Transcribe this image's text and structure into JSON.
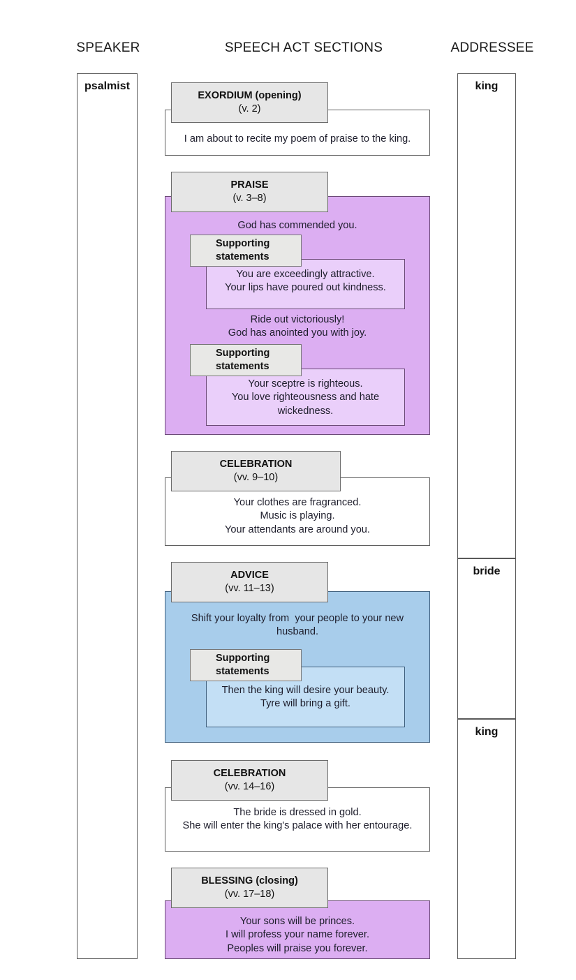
{
  "columns": {
    "speaker": "SPEAKER",
    "sections": "SPEECH ACT SECTIONS",
    "addressee": "ADDRESSEE"
  },
  "speaker_boxes": [
    {
      "label": "psalmist"
    }
  ],
  "addressee_boxes": [
    {
      "label": "king"
    },
    {
      "label": "bride"
    },
    {
      "label": "king"
    }
  ],
  "sections": [
    {
      "title": "EXORDIUM (opening)",
      "verses": "(v. 2)",
      "color": "white",
      "lines": [
        "I am about to recite my poem of praise to the king."
      ],
      "supporting": []
    },
    {
      "title": "PRAISE",
      "verses": "(v. 3–8)",
      "color": "purple",
      "lines": [
        "God has commended you."
      ],
      "lines2": [
        "Ride out victoriously!",
        "God has anointed you with joy."
      ],
      "supporting": [
        {
          "label1": "Supporting",
          "label2": "statements",
          "lines": [
            "You are exceedingly attractive.",
            "Your lips have poured out kindness."
          ]
        },
        {
          "label1": "Supporting",
          "label2": "statements",
          "lines": [
            "Your sceptre is righteous.",
            "You love righteousness and hate",
            "wickedness."
          ]
        }
      ]
    },
    {
      "title": "CELEBRATION",
      "verses": "(vv. 9–10)",
      "color": "white",
      "lines": [
        "Your clothes are fragranced.",
        "Music is playing.",
        "Your attendants are around you."
      ],
      "supporting": []
    },
    {
      "title": "ADVICE",
      "verses": "(vv. 11–13)",
      "color": "blue",
      "lines": [
        "Shift your loyalty from  your people to your new",
        "husband."
      ],
      "supporting": [
        {
          "label1": "Supporting",
          "label2": "statements",
          "lines": [
            "Then the king will desire your beauty.",
            "Tyre will bring a gift."
          ]
        }
      ]
    },
    {
      "title": "CELEBRATION",
      "verses": "(vv. 14–16)",
      "color": "white",
      "lines": [
        "The bride is dressed in gold.",
        "She will enter the king's palace with her entourage."
      ],
      "supporting": []
    },
    {
      "title": "BLESSING (closing)",
      "verses": "(vv. 17–18)",
      "color": "purple",
      "lines": [
        "Your sons will be princes.",
        "I will profess your name forever.",
        "Peoples will praise you forever."
      ],
      "supporting": []
    }
  ],
  "palette": {
    "header_fill": "#e6e6e6",
    "purple_outer": "#dcaef2",
    "purple_inner": "#eacffa",
    "blue_outer": "#a8cdeb",
    "blue_inner": "#c3dff5",
    "border_gray": "#5f5f5f"
  }
}
